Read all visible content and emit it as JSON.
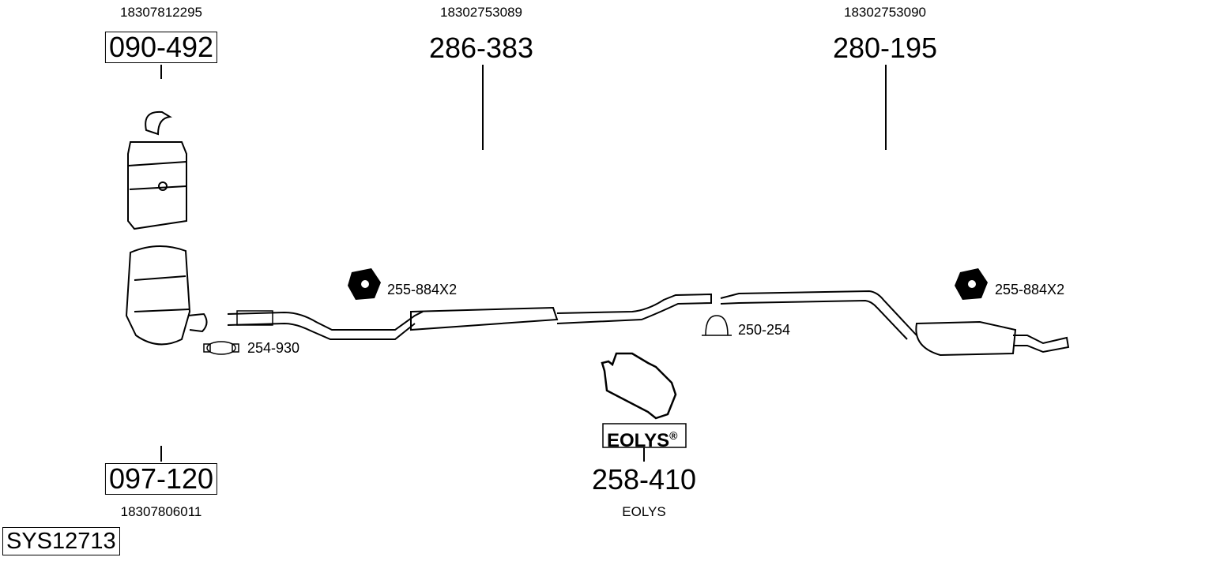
{
  "parts": {
    "cat_top": {
      "oe": "18307812295",
      "number": "090-492"
    },
    "front_pipe": {
      "oe": "18302753089",
      "number": "286-383"
    },
    "rear_silencer": {
      "oe": "18302753090",
      "number": "280-195"
    },
    "dpf": {
      "oe": "18307806011",
      "number": "097-120"
    },
    "eolys": {
      "logo": "EOLYS",
      "logo_mark": "®",
      "number": "258-410",
      "desc": "EOLYS"
    }
  },
  "accessories": {
    "mount_left": "255-884X2",
    "clamp_left": "254-930",
    "clamp_mid": "250-254",
    "mount_right": "255-884X2"
  },
  "system_id": "SYS12713"
}
